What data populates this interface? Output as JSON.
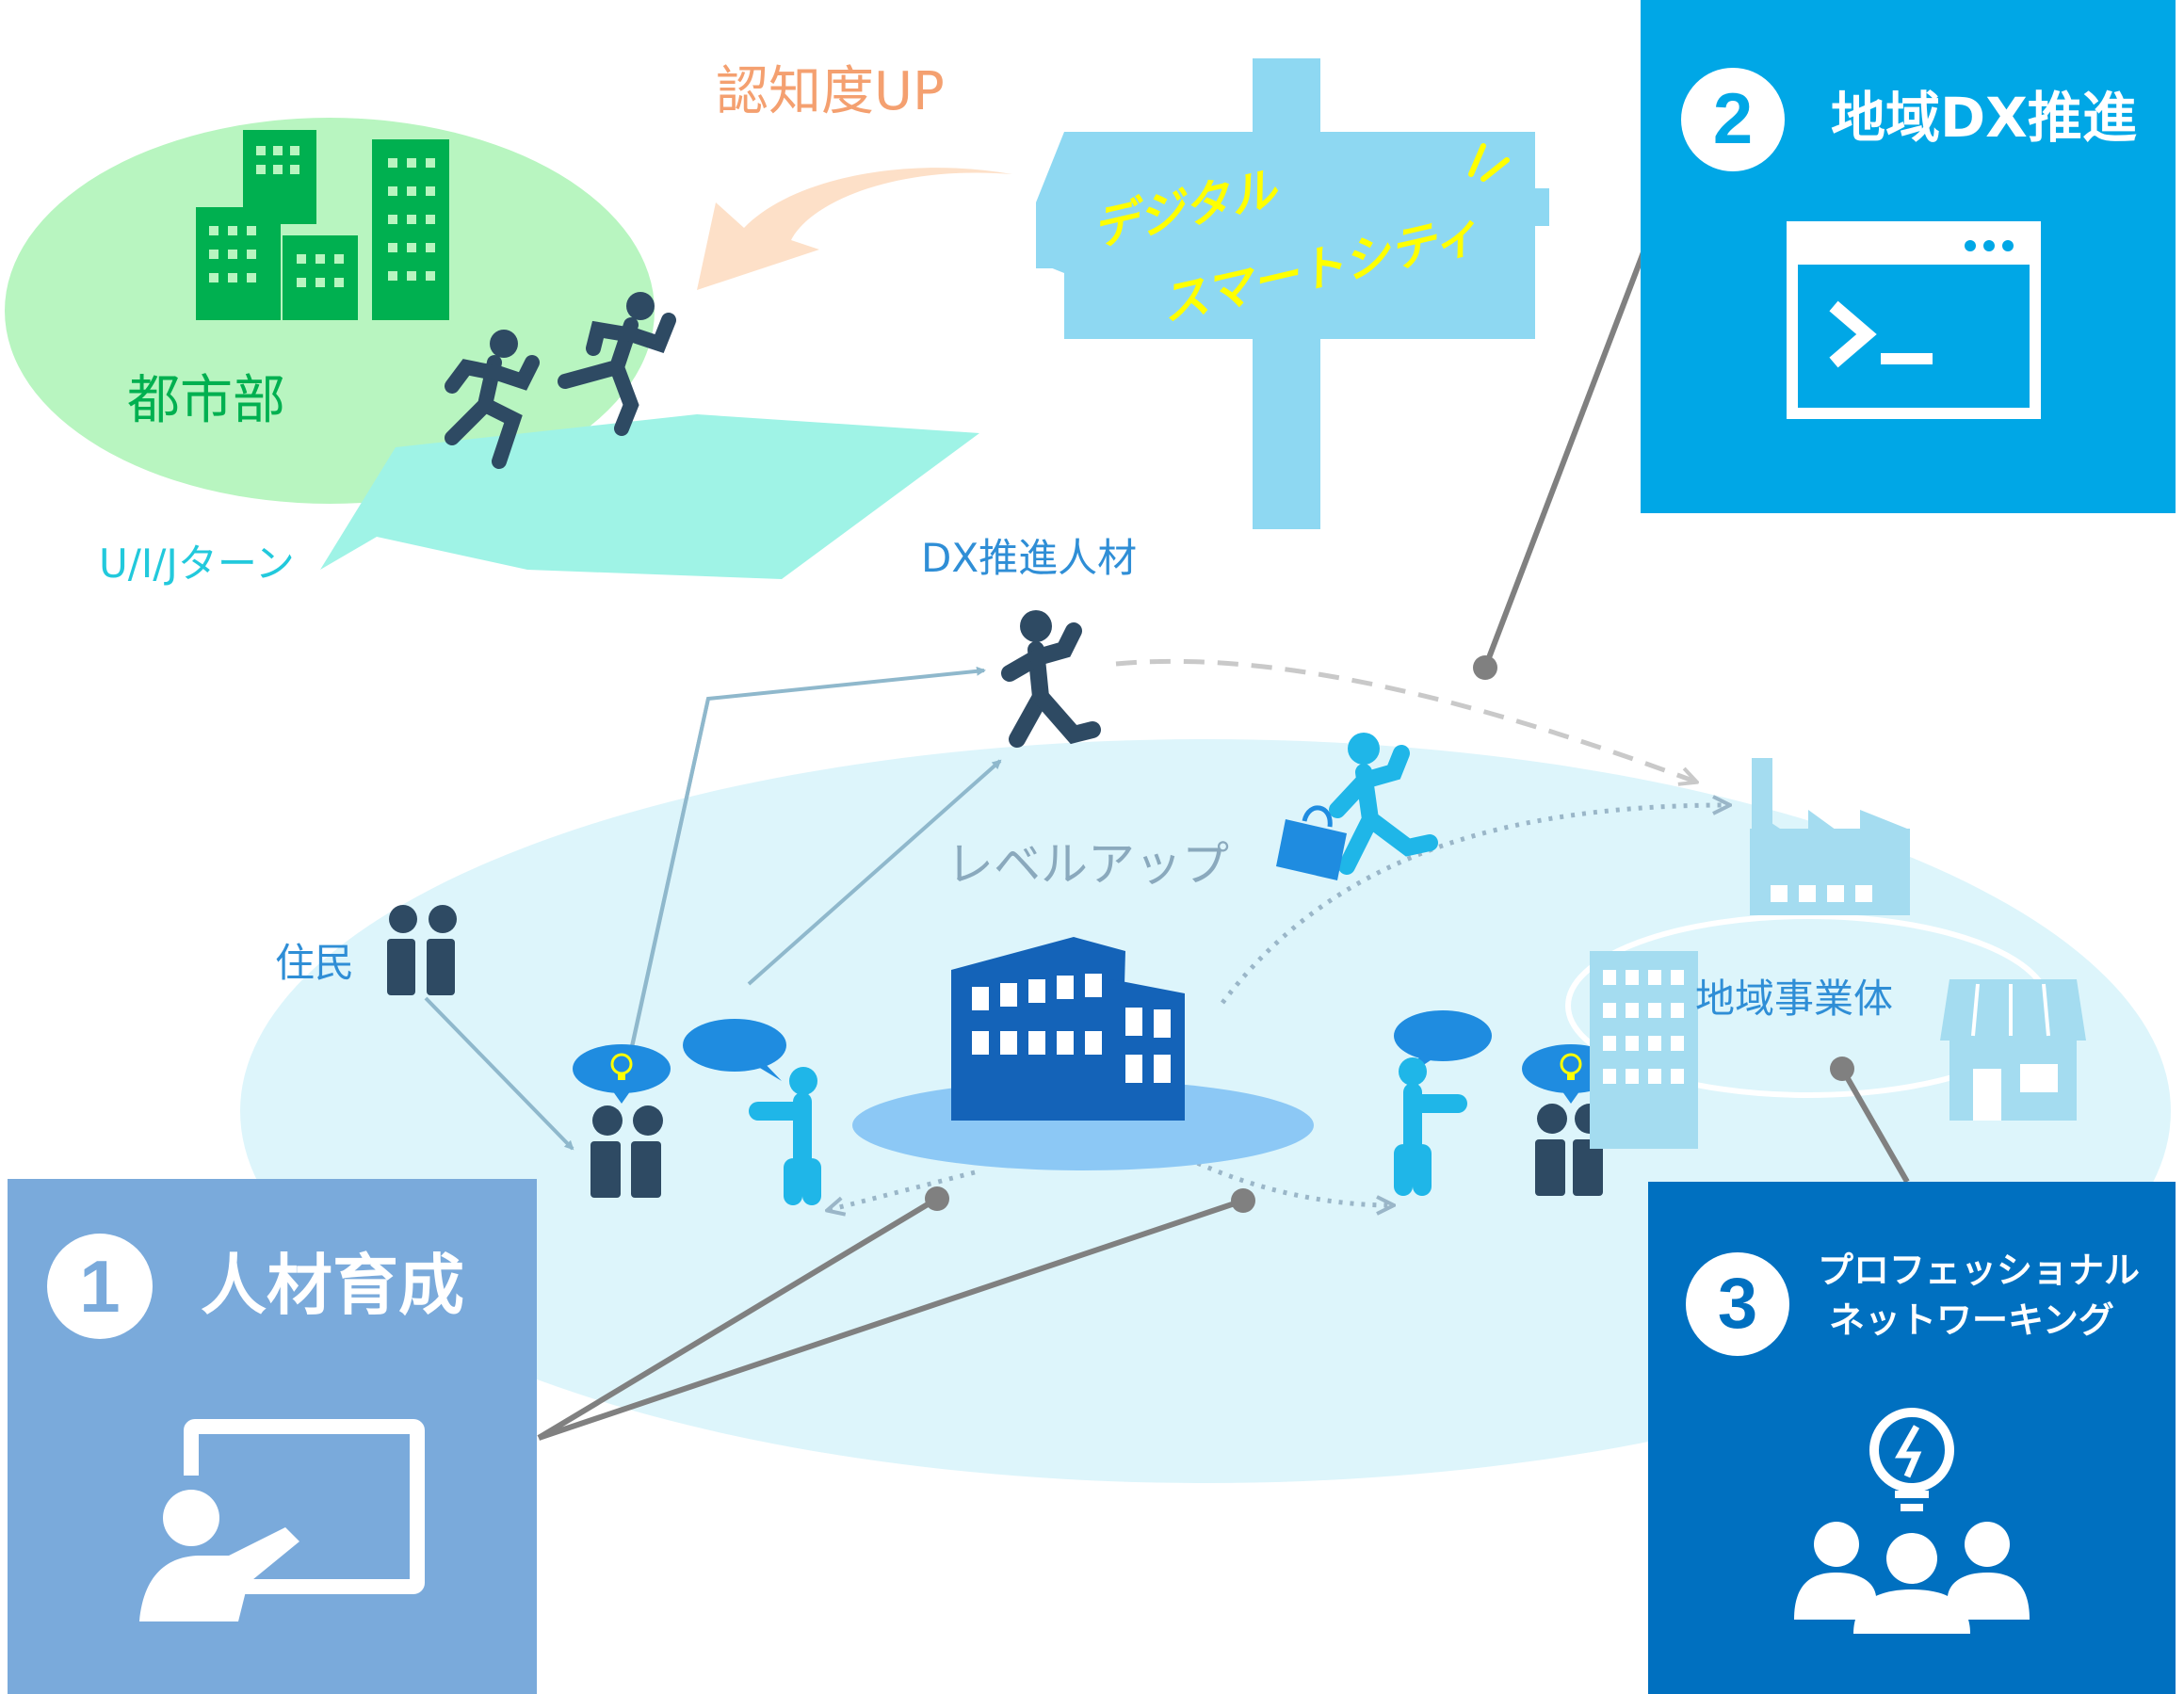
{
  "labels": {
    "awareness": "認知度UP",
    "city": "都市部",
    "uij_turn": "U/I/Jターン",
    "dx_talent": "DX推進人材",
    "level_up": "レベルアップ",
    "residents": "住民",
    "local_business": "地域事業体"
  },
  "signpost": {
    "line1": "デジタル",
    "line2": "スマートシティ"
  },
  "panels": [
    {
      "number": "1",
      "title": "人材育成",
      "icon": "teacher-whiteboard-icon"
    },
    {
      "number": "2",
      "title": "地域DX推進",
      "icon": "terminal-window-icon"
    },
    {
      "number": "3",
      "title_line1": "プロフェッショナル",
      "title_line2": "ネットワーキング",
      "icon": "network-bulb-people-icon"
    }
  ],
  "colors": {
    "panel1": "#7aaadb",
    "panel2": "#00a7e6",
    "panel3": "#0070c0",
    "city_green": "#00b050",
    "awareness_orange": "#f4b183",
    "sign_blue": "#8ed8f2",
    "sign_yellow": "#ffff00",
    "region_fill": "#ddf5fb",
    "dark_figure": "#2e4a63"
  }
}
